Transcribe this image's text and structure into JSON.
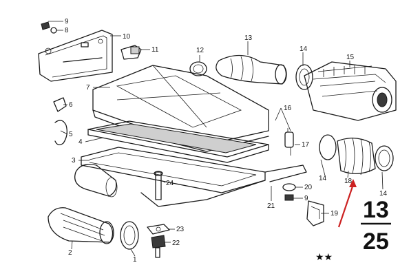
{
  "diagram": {
    "callouts": {
      "n1": "1",
      "n2": "2",
      "n3": "3",
      "n4": "4",
      "n5": "5",
      "n6": "6",
      "n7": "7",
      "n8": "8",
      "n9a": "9",
      "n9b": "9",
      "n10": "10",
      "n11": "11",
      "n12": "12",
      "n13": "13",
      "n14a": "14",
      "n14b": "14",
      "n14c": "14",
      "n15": "15",
      "n16": "16",
      "n17": "17",
      "n18": "18",
      "n19": "19",
      "n20": "20",
      "n21": "21",
      "n22": "22",
      "n23": "23",
      "n24": "24"
    },
    "page_numerator": "13",
    "page_denominator": "25",
    "stars": "★★",
    "arrow_color": "#cc2222"
  }
}
